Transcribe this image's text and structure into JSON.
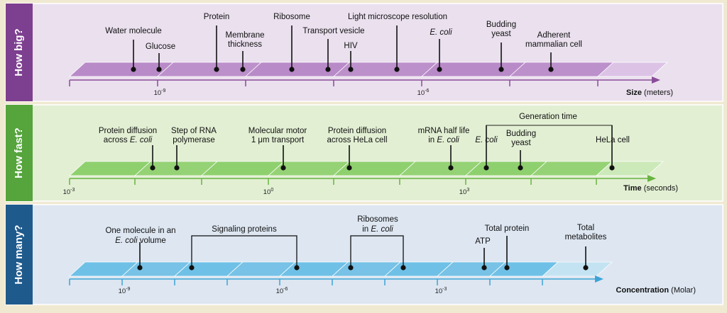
{
  "colors": {
    "frame": "#f0e9d2",
    "size": {
      "tab": "#7d3f8f",
      "bg": "#eae0ee",
      "line": "#8a4c99",
      "band": "#b98ac8",
      "band_light": "#dcc3e6"
    },
    "time": {
      "tab": "#55a43c",
      "bg": "#e2efd3",
      "line": "#68b440",
      "band": "#8fd06e",
      "band_light": "#cce9b9"
    },
    "conc": {
      "tab": "#1f5a8c",
      "bg": "#dde6f1",
      "line": "#3ba3d6",
      "band": "#6fc0e6",
      "band_light": "#c2e3f3"
    }
  },
  "panels": [
    {
      "id": "size",
      "tab_label": "How big?",
      "axis_label": "Size",
      "axis_unit": " (meters)",
      "ticks": [
        {
          "base": "10",
          "exp": "-9"
        },
        {
          "base": "10",
          "exp": "-6"
        }
      ],
      "items": [
        {
          "lines": [
            "Water molecule"
          ]
        },
        {
          "lines": [
            "Glucose"
          ]
        },
        {
          "lines": [
            "Protein"
          ]
        },
        {
          "lines": [
            "Membrane",
            "thickness"
          ]
        },
        {
          "lines": [
            "Ribosome"
          ]
        },
        {
          "lines": [
            "Transport vesicle"
          ]
        },
        {
          "lines": [
            "HIV"
          ]
        },
        {
          "lines": [
            "Light microscope resolution"
          ]
        },
        {
          "lines": [
            "E. coli"
          ],
          "italic": true
        },
        {
          "lines": [
            "Budding",
            "yeast"
          ]
        },
        {
          "lines": [
            "Adherent",
            "mammalian cell"
          ]
        }
      ]
    },
    {
      "id": "time",
      "tab_label": "How fast?",
      "axis_label": "Time",
      "axis_unit": " (seconds)",
      "ticks": [
        {
          "base": "10",
          "exp": "-3"
        },
        {
          "base": "10",
          "exp": "0"
        },
        {
          "base": "10",
          "exp": "3"
        }
      ],
      "group_label": "Generation time",
      "items": [
        {
          "lines": [
            [
              "Protein diffusion"
            ],
            [
              "across ",
              "E. coli"
            ]
          ]
        },
        {
          "lines": [
            [
              "Step of RNA"
            ],
            [
              "polymerase"
            ]
          ]
        },
        {
          "lines": [
            [
              "Molecular motor"
            ],
            [
              "1 μm transport"
            ]
          ]
        },
        {
          "lines": [
            [
              "Protein diffusion"
            ],
            [
              "across HeLa cell"
            ]
          ]
        },
        {
          "lines": [
            [
              "mRNA half life"
            ],
            [
              "in ",
              "E. coli"
            ]
          ]
        },
        {
          "lines": [
            [
              "",
              "E. coli"
            ]
          ]
        },
        {
          "lines": [
            [
              "Budding"
            ],
            [
              "yeast"
            ]
          ]
        },
        {
          "lines": [
            [
              "HeLa cell"
            ]
          ]
        }
      ]
    },
    {
      "id": "conc",
      "tab_label": "How many?",
      "axis_label": "Concentration",
      "axis_unit": " (Molar)",
      "ticks": [
        {
          "base": "10",
          "exp": "-9"
        },
        {
          "base": "10",
          "exp": "-6"
        },
        {
          "base": "10",
          "exp": "-3"
        }
      ],
      "items": [
        {
          "lines": [
            [
              "One molecule in an"
            ],
            [
              "",
              "E. coli",
              " volume"
            ]
          ]
        },
        {
          "lines": [
            [
              "Signaling proteins"
            ]
          ]
        },
        {
          "lines": [
            [
              "Ribosomes"
            ],
            [
              "in ",
              "E. coli"
            ]
          ]
        },
        {
          "lines": [
            [
              "ATP"
            ]
          ]
        },
        {
          "lines": [
            [
              "Total protein"
            ]
          ]
        },
        {
          "lines": [
            [
              "Total"
            ],
            [
              "metabolites"
            ]
          ]
        }
      ]
    }
  ]
}
